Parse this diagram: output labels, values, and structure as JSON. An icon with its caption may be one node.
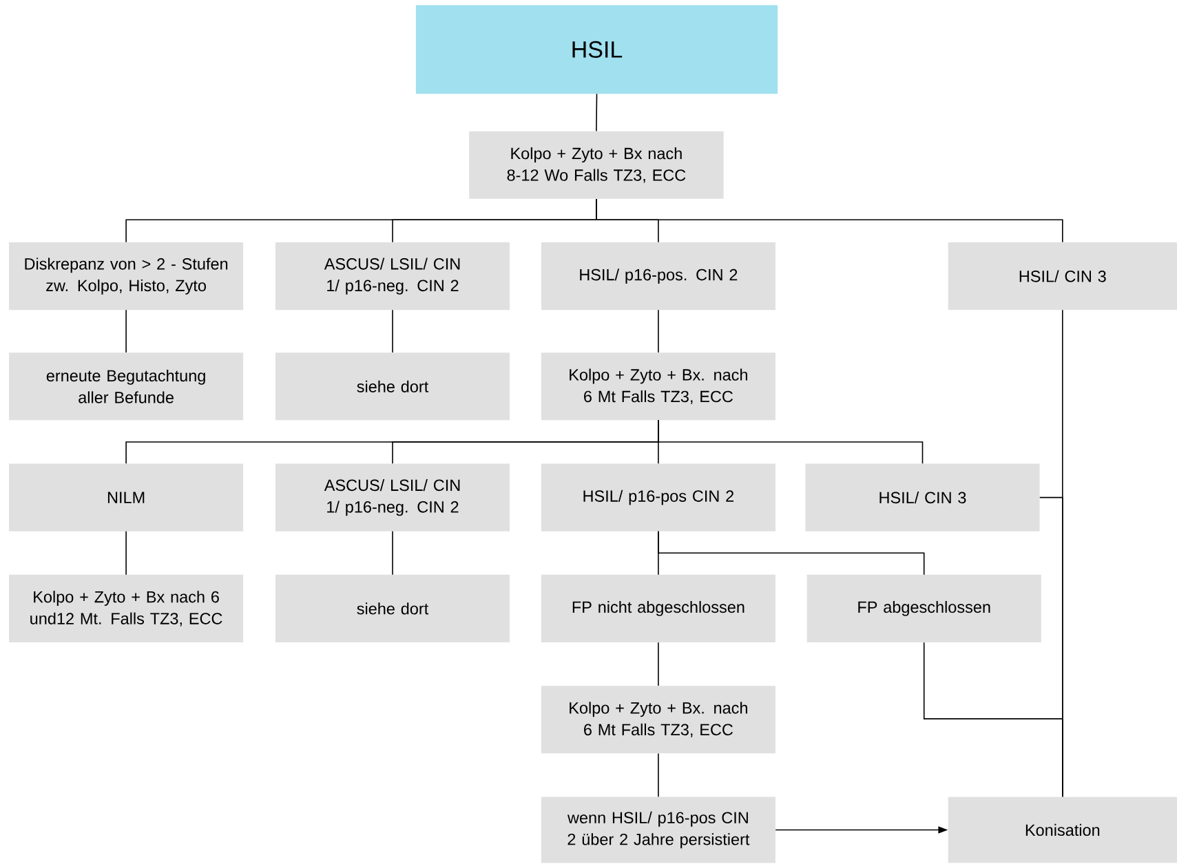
{
  "diagram": {
    "nodes": [
      {
        "text": [
          "HSIL"
        ]
      },
      {
        "text": [
          "Kolpo + Zyto + Bx nach 8-12 Wo Falls TZ3, ECC"
        ]
      },
      {
        "text": [
          "Diskrepanz von > 2 - Stufen zw. Kolpo, Histo, Zyto"
        ]
      },
      {
        "text": [
          "ASCUS/ LSIL/ CIN 1/ p16-neg. CIN 2"
        ]
      },
      {
        "text": [
          "HSIL/ p16-pos. CIN 2"
        ]
      },
      {
        "text": [
          "HSIL/ CIN 3"
        ]
      },
      {
        "text": [
          "erneute Begutachtung aller Befunde"
        ]
      },
      {
        "text": [
          "siehe dort"
        ]
      },
      {
        "text": [
          "Kolpo + Zyto + Bx. nach 6 Mt Falls TZ3, ECC"
        ]
      },
      {
        "text": [
          "NILM"
        ]
      },
      {
        "text": [
          "ASCUS/ LSIL/ CIN 1/ p16-neg. CIN 2"
        ]
      },
      {
        "text": [
          "HSIL/ p16-pos CIN 2"
        ]
      },
      {
        "text": [
          "HSIL/ CIN 3"
        ]
      },
      {
        "text": [
          "Kolpo + Zyto + Bx nach 6 und12 Mt. Falls TZ3, ECC"
        ]
      },
      {
        "text": [
          "siehe dort"
        ]
      },
      {
        "text": [
          "FP nicht abgeschlossen"
        ]
      },
      {
        "text": [
          "FP abgeschlossen"
        ]
      },
      {
        "text": [
          "Kolpo + Zyto + Bx. nach 6 Mt Falls TZ3, ECC"
        ]
      },
      {
        "text": [
          "wenn HSIL/ p16-pos CIN 2 über 2 Jahre persistiert"
        ]
      },
      {
        "text": [
          "Konisation"
        ]
      }
    ],
    "edges": [
      {
        "from": 0,
        "to": 1,
        "arrow": "none"
      },
      {
        "from": 1,
        "to": 2,
        "arrow": "none"
      },
      {
        "from": 1,
        "to": 3,
        "arrow": "none"
      },
      {
        "from": 1,
        "to": 4,
        "arrow": "none"
      },
      {
        "from": 1,
        "to": 5,
        "arrow": "none"
      },
      {
        "from": 2,
        "to": 6,
        "arrow": "none"
      },
      {
        "from": 3,
        "to": 7,
        "arrow": "none"
      },
      {
        "from": 4,
        "to": 8,
        "arrow": "none"
      },
      {
        "from": 8,
        "to": 9,
        "arrow": "none"
      },
      {
        "from": 8,
        "to": 10,
        "arrow": "none"
      },
      {
        "from": 8,
        "to": 11,
        "arrow": "none"
      },
      {
        "from": 8,
        "to": 12,
        "arrow": "none"
      },
      {
        "from": 9,
        "to": 13,
        "arrow": "none"
      },
      {
        "from": 10,
        "to": 14,
        "arrow": "none"
      },
      {
        "from": 11,
        "to": 15,
        "arrow": "none"
      },
      {
        "from": 11,
        "to": 16,
        "arrow": "none"
      },
      {
        "from": 15,
        "to": 17,
        "arrow": "none"
      },
      {
        "from": 17,
        "to": 18,
        "arrow": "none"
      },
      {
        "from": 18,
        "to": 19,
        "arrow": "to"
      },
      {
        "from": 5,
        "to": 19,
        "arrow": "none"
      },
      {
        "from": 12,
        "to": 19,
        "arrow": "none"
      },
      {
        "from": 16,
        "to": 19,
        "arrow": "none"
      }
    ]
  }
}
